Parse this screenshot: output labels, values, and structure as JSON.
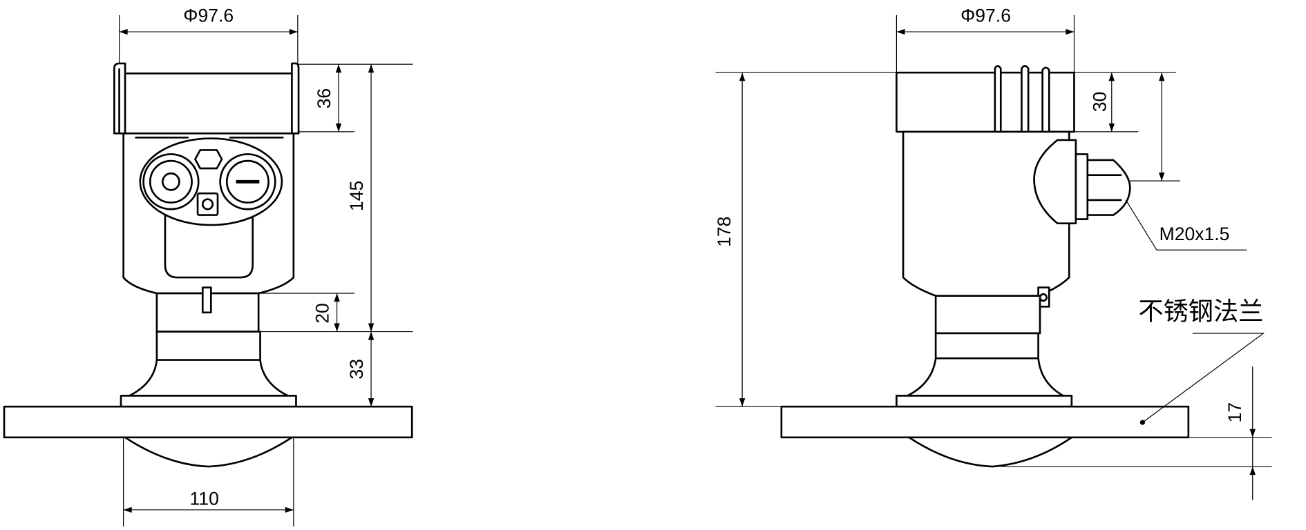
{
  "title": "Radar level meter dimension drawing",
  "left_view": {
    "diameter": "Φ97.6",
    "dim_cap": "36",
    "dim_total": "145",
    "dim_neck": "20",
    "dim_horn": "33",
    "dim_antenna": "110"
  },
  "right_view": {
    "diameter": "Φ97.6",
    "dim_total": "178",
    "dim_cap": "30",
    "thread": "M20x1.5",
    "flange_label": "不锈钢法兰",
    "dim_flange": "17"
  }
}
